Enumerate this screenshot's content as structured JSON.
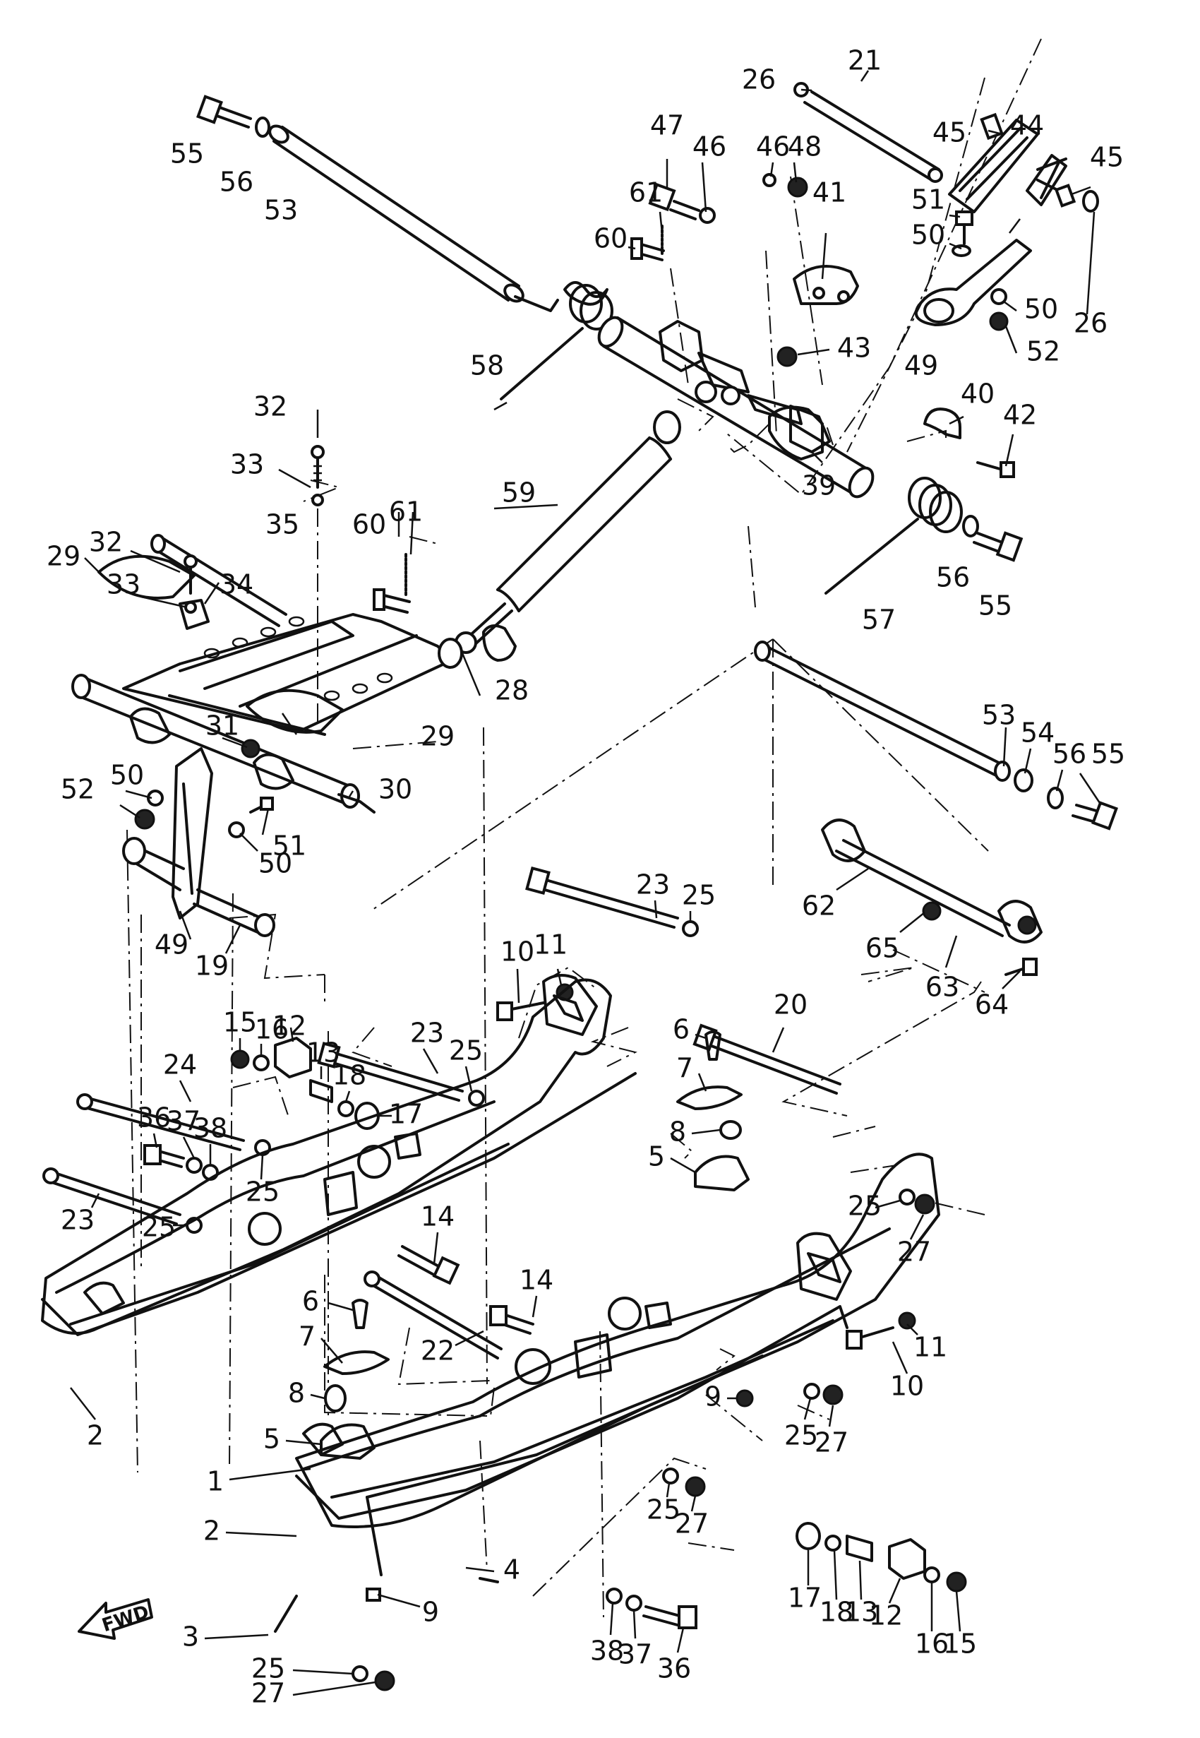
{
  "diagram": {
    "fwd_label": "FWD",
    "callouts": [
      {
        "id": "c55a",
        "text": "55"
      },
      {
        "id": "c56a",
        "text": "56"
      },
      {
        "id": "c53a",
        "text": "53"
      },
      {
        "id": "c58",
        "text": "58"
      },
      {
        "id": "c26a",
        "text": "26"
      },
      {
        "id": "c21",
        "text": "21"
      },
      {
        "id": "c47",
        "text": "47"
      },
      {
        "id": "c46a",
        "text": "46"
      },
      {
        "id": "c46b",
        "text": "46"
      },
      {
        "id": "c48",
        "text": "48"
      },
      {
        "id": "c61a",
        "text": "61"
      },
      {
        "id": "c60a",
        "text": "60"
      },
      {
        "id": "c41",
        "text": "41"
      },
      {
        "id": "c45a",
        "text": "45"
      },
      {
        "id": "c44",
        "text": "44"
      },
      {
        "id": "c45b",
        "text": "45"
      },
      {
        "id": "c51a",
        "text": "51"
      },
      {
        "id": "c50a",
        "text": "50"
      },
      {
        "id": "c50b",
        "text": "50"
      },
      {
        "id": "c26b",
        "text": "26"
      },
      {
        "id": "c52a",
        "text": "52"
      },
      {
        "id": "c49a",
        "text": "49"
      },
      {
        "id": "c43",
        "text": "43"
      },
      {
        "id": "c40",
        "text": "40"
      },
      {
        "id": "c42",
        "text": "42"
      },
      {
        "id": "c39",
        "text": "39"
      },
      {
        "id": "c32a",
        "text": "32"
      },
      {
        "id": "c33a",
        "text": "33"
      },
      {
        "id": "c59",
        "text": "59"
      },
      {
        "id": "c56b",
        "text": "56"
      },
      {
        "id": "c55b",
        "text": "55"
      },
      {
        "id": "c57",
        "text": "57"
      },
      {
        "id": "c35",
        "text": "35"
      },
      {
        "id": "c60b",
        "text": "60"
      },
      {
        "id": "c61b",
        "text": "61"
      },
      {
        "id": "c32b",
        "text": "32"
      },
      {
        "id": "c33b",
        "text": "33"
      },
      {
        "id": "c29a",
        "text": "29"
      },
      {
        "id": "c34",
        "text": "34"
      },
      {
        "id": "c28",
        "text": "28"
      },
      {
        "id": "c29b",
        "text": "29"
      },
      {
        "id": "c31",
        "text": "31"
      },
      {
        "id": "c30",
        "text": "30"
      },
      {
        "id": "c50c",
        "text": "50"
      },
      {
        "id": "c52b",
        "text": "52"
      },
      {
        "id": "c51b",
        "text": "51"
      },
      {
        "id": "c50d",
        "text": "50"
      },
      {
        "id": "c49b",
        "text": "49"
      },
      {
        "id": "c19",
        "text": "19"
      },
      {
        "id": "c53b",
        "text": "53"
      },
      {
        "id": "c54",
        "text": "54"
      },
      {
        "id": "c56c",
        "text": "56"
      },
      {
        "id": "c55c",
        "text": "55"
      },
      {
        "id": "c62",
        "text": "62"
      },
      {
        "id": "c65",
        "text": "65"
      },
      {
        "id": "c63",
        "text": "63"
      },
      {
        "id": "c64",
        "text": "64"
      },
      {
        "id": "c23a",
        "text": "23"
      },
      {
        "id": "c25a",
        "text": "25"
      },
      {
        "id": "c10a",
        "text": "10"
      },
      {
        "id": "c11a",
        "text": "11"
      },
      {
        "id": "c20",
        "text": "20"
      },
      {
        "id": "c15a",
        "text": "15"
      },
      {
        "id": "c16a",
        "text": "16"
      },
      {
        "id": "c12a",
        "text": "12"
      },
      {
        "id": "c13a",
        "text": "13"
      },
      {
        "id": "c18a",
        "text": "18"
      },
      {
        "id": "c17a",
        "text": "17"
      },
      {
        "id": "c23b",
        "text": "23"
      },
      {
        "id": "c25b",
        "text": "25"
      },
      {
        "id": "c24",
        "text": "24"
      },
      {
        "id": "c36a",
        "text": "36"
      },
      {
        "id": "c37a",
        "text": "37"
      },
      {
        "id": "c38a",
        "text": "38"
      },
      {
        "id": "c25c",
        "text": "25"
      },
      {
        "id": "c23c",
        "text": "23"
      },
      {
        "id": "c25d",
        "text": "25"
      },
      {
        "id": "c6a",
        "text": "6"
      },
      {
        "id": "c7a",
        "text": "7"
      },
      {
        "id": "c8a",
        "text": "8"
      },
      {
        "id": "c5a",
        "text": "5"
      },
      {
        "id": "c14a",
        "text": "14"
      },
      {
        "id": "c25e",
        "text": "25"
      },
      {
        "id": "c27a",
        "text": "27"
      },
      {
        "id": "c14b",
        "text": "14"
      },
      {
        "id": "c6b",
        "text": "6"
      },
      {
        "id": "c7b",
        "text": "7"
      },
      {
        "id": "c22",
        "text": "22"
      },
      {
        "id": "c8b",
        "text": "8"
      },
      {
        "id": "c5b",
        "text": "5"
      },
      {
        "id": "c2a",
        "text": "2"
      },
      {
        "id": "c11b",
        "text": "11"
      },
      {
        "id": "c10b",
        "text": "10"
      },
      {
        "id": "c9a",
        "text": "9"
      },
      {
        "id": "c25f",
        "text": "25"
      },
      {
        "id": "c27b",
        "text": "27"
      },
      {
        "id": "c1",
        "text": "1"
      },
      {
        "id": "c25g",
        "text": "25"
      },
      {
        "id": "c27c",
        "text": "27"
      },
      {
        "id": "c2b",
        "text": "2"
      },
      {
        "id": "c4",
        "text": "4"
      },
      {
        "id": "c3",
        "text": "3"
      },
      {
        "id": "c9b",
        "text": "9"
      },
      {
        "id": "c38b",
        "text": "38"
      },
      {
        "id": "c37b",
        "text": "37"
      },
      {
        "id": "c36b",
        "text": "36"
      },
      {
        "id": "c17b",
        "text": "17"
      },
      {
        "id": "c18b",
        "text": "18"
      },
      {
        "id": "c13b",
        "text": "13"
      },
      {
        "id": "c12b",
        "text": "12"
      },
      {
        "id": "c16b",
        "text": "16"
      },
      {
        "id": "c15b",
        "text": "15"
      },
      {
        "id": "c25h",
        "text": "25"
      },
      {
        "id": "c27d",
        "text": "27"
      }
    ]
  }
}
